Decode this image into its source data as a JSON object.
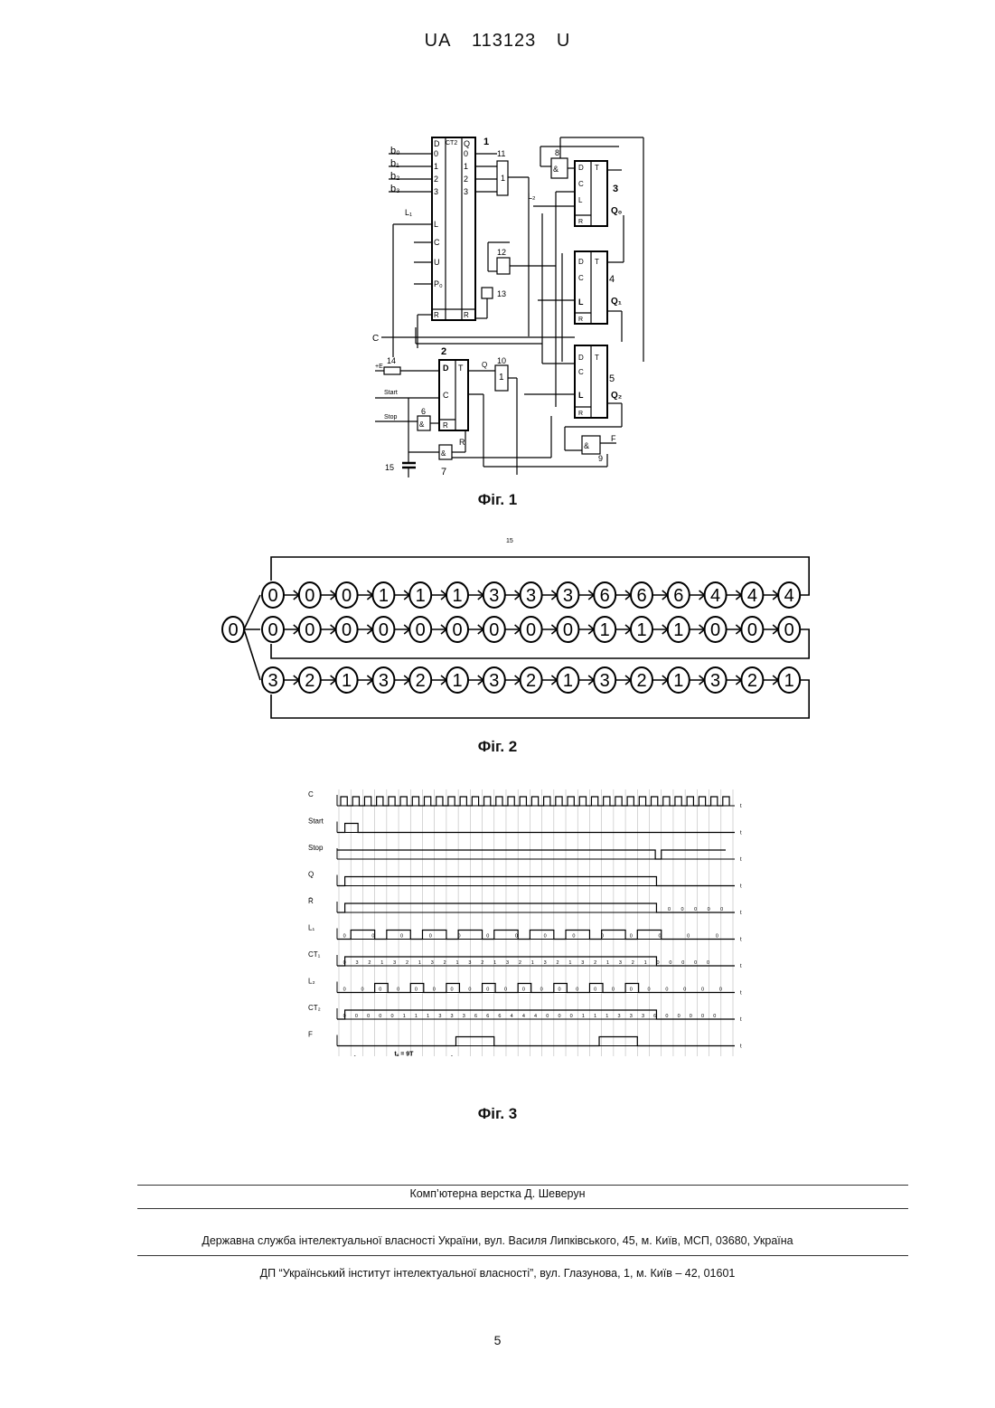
{
  "header": {
    "office": "UA",
    "number": "113123",
    "kind": "U"
  },
  "fig1": {
    "caption": "Фіг. 1",
    "inputs": [
      "b₀",
      "b₁",
      "b₂",
      "b₃"
    ],
    "counter_left_pins": [
      "D",
      "0",
      "1",
      "2",
      "3",
      "L",
      "C",
      "U",
      "P₀",
      "R"
    ],
    "counter_mid": "CT2",
    "counter_right_pins": [
      "Q",
      "0",
      "1",
      "2",
      "3",
      "R"
    ],
    "label_L1": "L₁",
    "label_L2": "L₂",
    "label_C": "C",
    "label_start": "Start",
    "label_stop": "Stop",
    "label_plusE": "+E",
    "label_Q": "Q",
    "label_R": "R",
    "label_F": "F",
    "outputs": [
      "Q₀",
      "Q₁",
      "Q₂"
    ],
    "numbers": [
      "1",
      "2",
      "3",
      "4",
      "5",
      "6",
      "7",
      "8",
      "9",
      "10",
      "11",
      "12",
      "13",
      "14",
      "15"
    ],
    "gate_and": "&",
    "gate_one": "1",
    "ff_pins": [
      "D",
      "C",
      "L",
      "R",
      "T"
    ]
  },
  "fig2": {
    "caption": "Фіг. 2",
    "tag": "15",
    "start": "0",
    "row1": [
      "0",
      "0",
      "0",
      "1",
      "1",
      "1",
      "3",
      "3",
      "3",
      "6",
      "6",
      "6",
      "4",
      "4",
      "4"
    ],
    "row2": [
      "0",
      "0",
      "0",
      "0",
      "0",
      "0",
      "0",
      "0",
      "0",
      "1",
      "1",
      "1",
      "0",
      "0",
      "0"
    ],
    "row3": [
      "3",
      "2",
      "1",
      "3",
      "2",
      "1",
      "3",
      "2",
      "1",
      "3",
      "2",
      "1",
      "3",
      "2",
      "1"
    ]
  },
  "fig3": {
    "caption": "Фіг. 3",
    "signals": [
      "C",
      "Start",
      "Stop",
      "Q",
      "R̄",
      "L₁",
      "CT₁",
      "L₂",
      "CT₂",
      "F"
    ],
    "axis": "t",
    "period_label": "tᵤ = 9T",
    "l1_values": [
      "0",
      "0",
      "0",
      "0",
      "0",
      "0",
      "0",
      "0",
      "0",
      "0",
      "0",
      "0",
      "0",
      "0"
    ],
    "ct1_values": [
      "0",
      "3",
      "2",
      "1",
      "3",
      "2",
      "1",
      "3",
      "2",
      "1",
      "3",
      "2",
      "1",
      "3",
      "2",
      "1",
      "3",
      "2",
      "1",
      "3",
      "2",
      "1",
      "3",
      "2",
      "1",
      "0",
      "0",
      "0",
      "0",
      "0"
    ],
    "l2_values": [
      "0",
      "0",
      "0",
      "0",
      "0",
      "0",
      "0",
      "0",
      "0",
      "0",
      "0",
      "0",
      "0",
      "0",
      "0",
      "0",
      "0",
      "0",
      "0",
      "0",
      "0",
      "0"
    ],
    "ct2_values": [
      "0",
      "0",
      "0",
      "0",
      "0",
      "1",
      "1",
      "1",
      "3",
      "3",
      "3",
      "6",
      "6",
      "6",
      "4",
      "4",
      "4",
      "0",
      "0",
      "0",
      "1",
      "1",
      "1",
      "3",
      "3",
      "3",
      "6",
      "0",
      "0",
      "0",
      "0",
      "0"
    ],
    "r_tail": [
      "0",
      "0",
      "0",
      "0",
      "0"
    ]
  },
  "footer": {
    "typeset": "Комп’ютерна верстка Д. Шеверун",
    "agency": "Державна служба інтелектуальної власності України, вул. Василя Липківського, 45, м. Київ, МСП, 03680, Україна",
    "institute": "ДП “Український інститут інтелектуальної власності”, вул. Глазунова, 1, м. Київ – 42, 01601",
    "page": "5"
  }
}
